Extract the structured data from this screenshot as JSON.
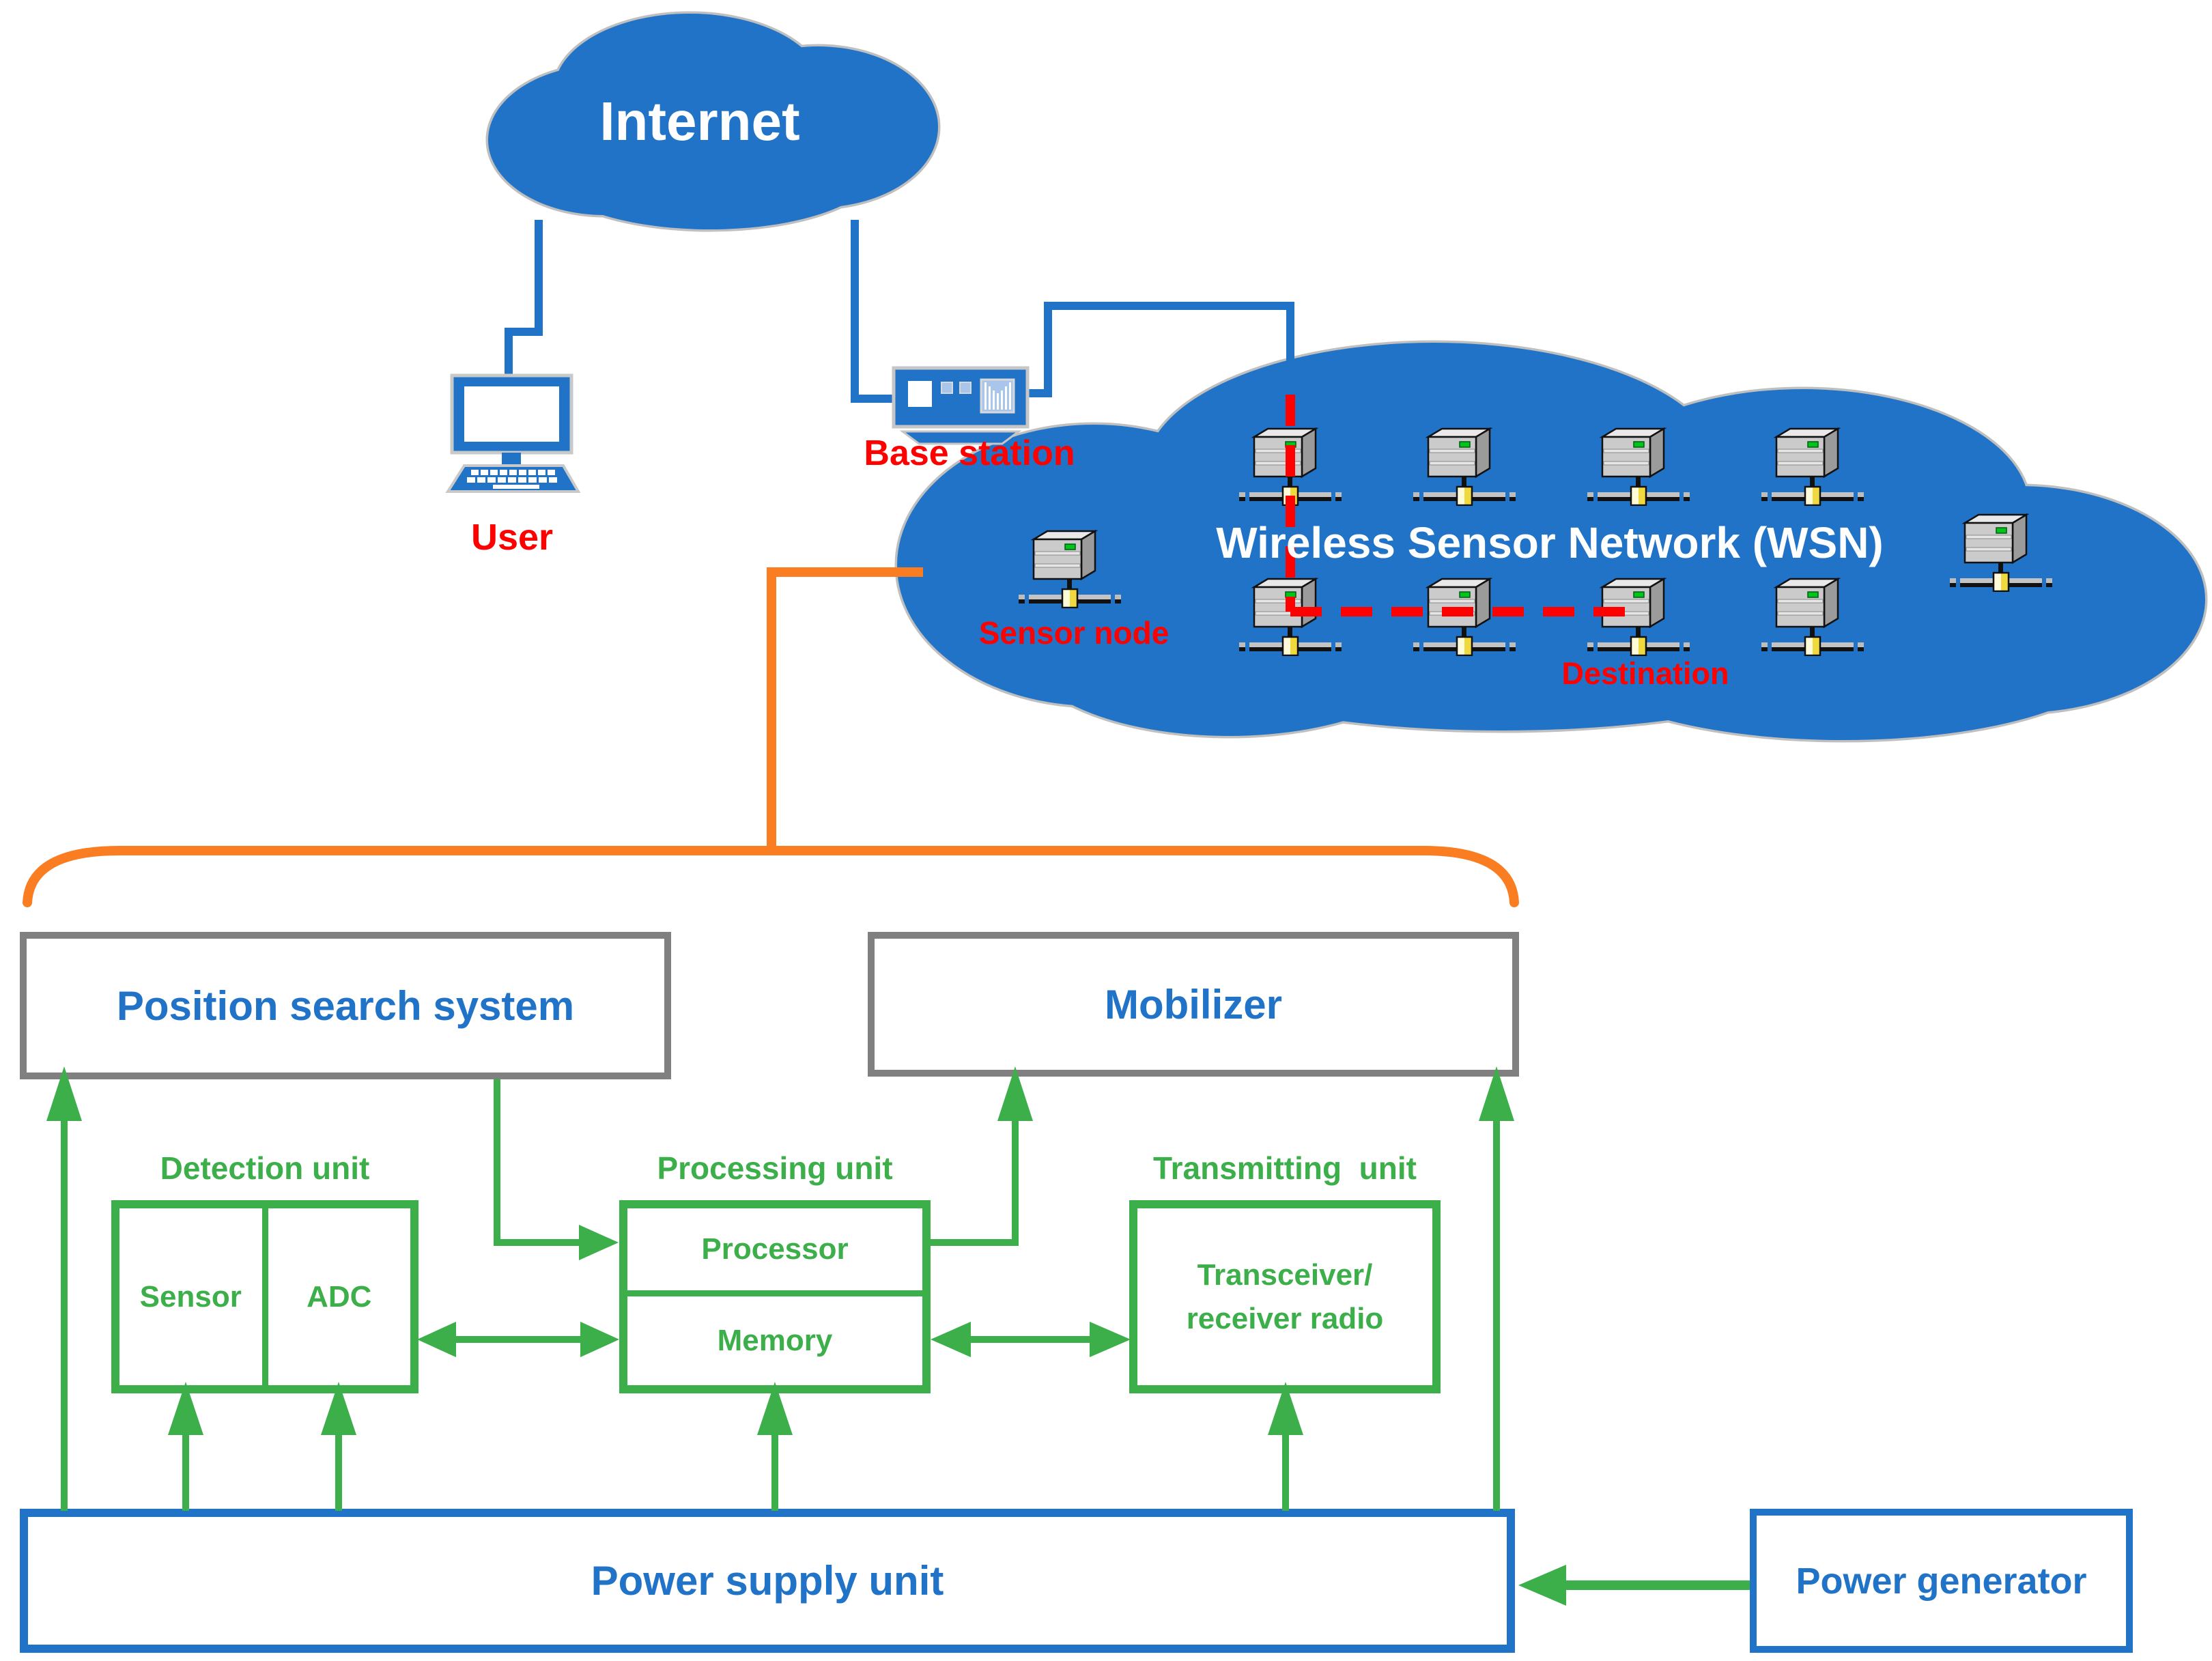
{
  "colors": {
    "blue": "#2173C8",
    "green": "#3CAF4A",
    "orange": "#FA7D21",
    "red": "#FF0000",
    "gray_border": "#808080",
    "cloud_outline": "#BFBFBF",
    "node_yellow": "#EFD93F",
    "led_green": "#00C41C"
  },
  "labels": {
    "internet": "Internet",
    "user": "User",
    "base_station": "Base station",
    "wsn_title": "Wireless Sensor Network (WSN)",
    "sensor_node": "Sensor node",
    "destination": "Destination",
    "position_search_system": "Position search system",
    "mobilizer": "Mobilizer",
    "detection_unit_title": "Detection unit",
    "sensor": "Sensor",
    "adc": "ADC",
    "processing_unit_title": "Processing unit",
    "processor": "Processor",
    "memory": "Memory",
    "transmitting_unit_title": "Transmitting  unit",
    "transceiver_line1": "Transceiver/",
    "transceiver_line2": "receiver radio",
    "power_supply_unit": "Power supply unit",
    "power_generator": "Power generator"
  }
}
